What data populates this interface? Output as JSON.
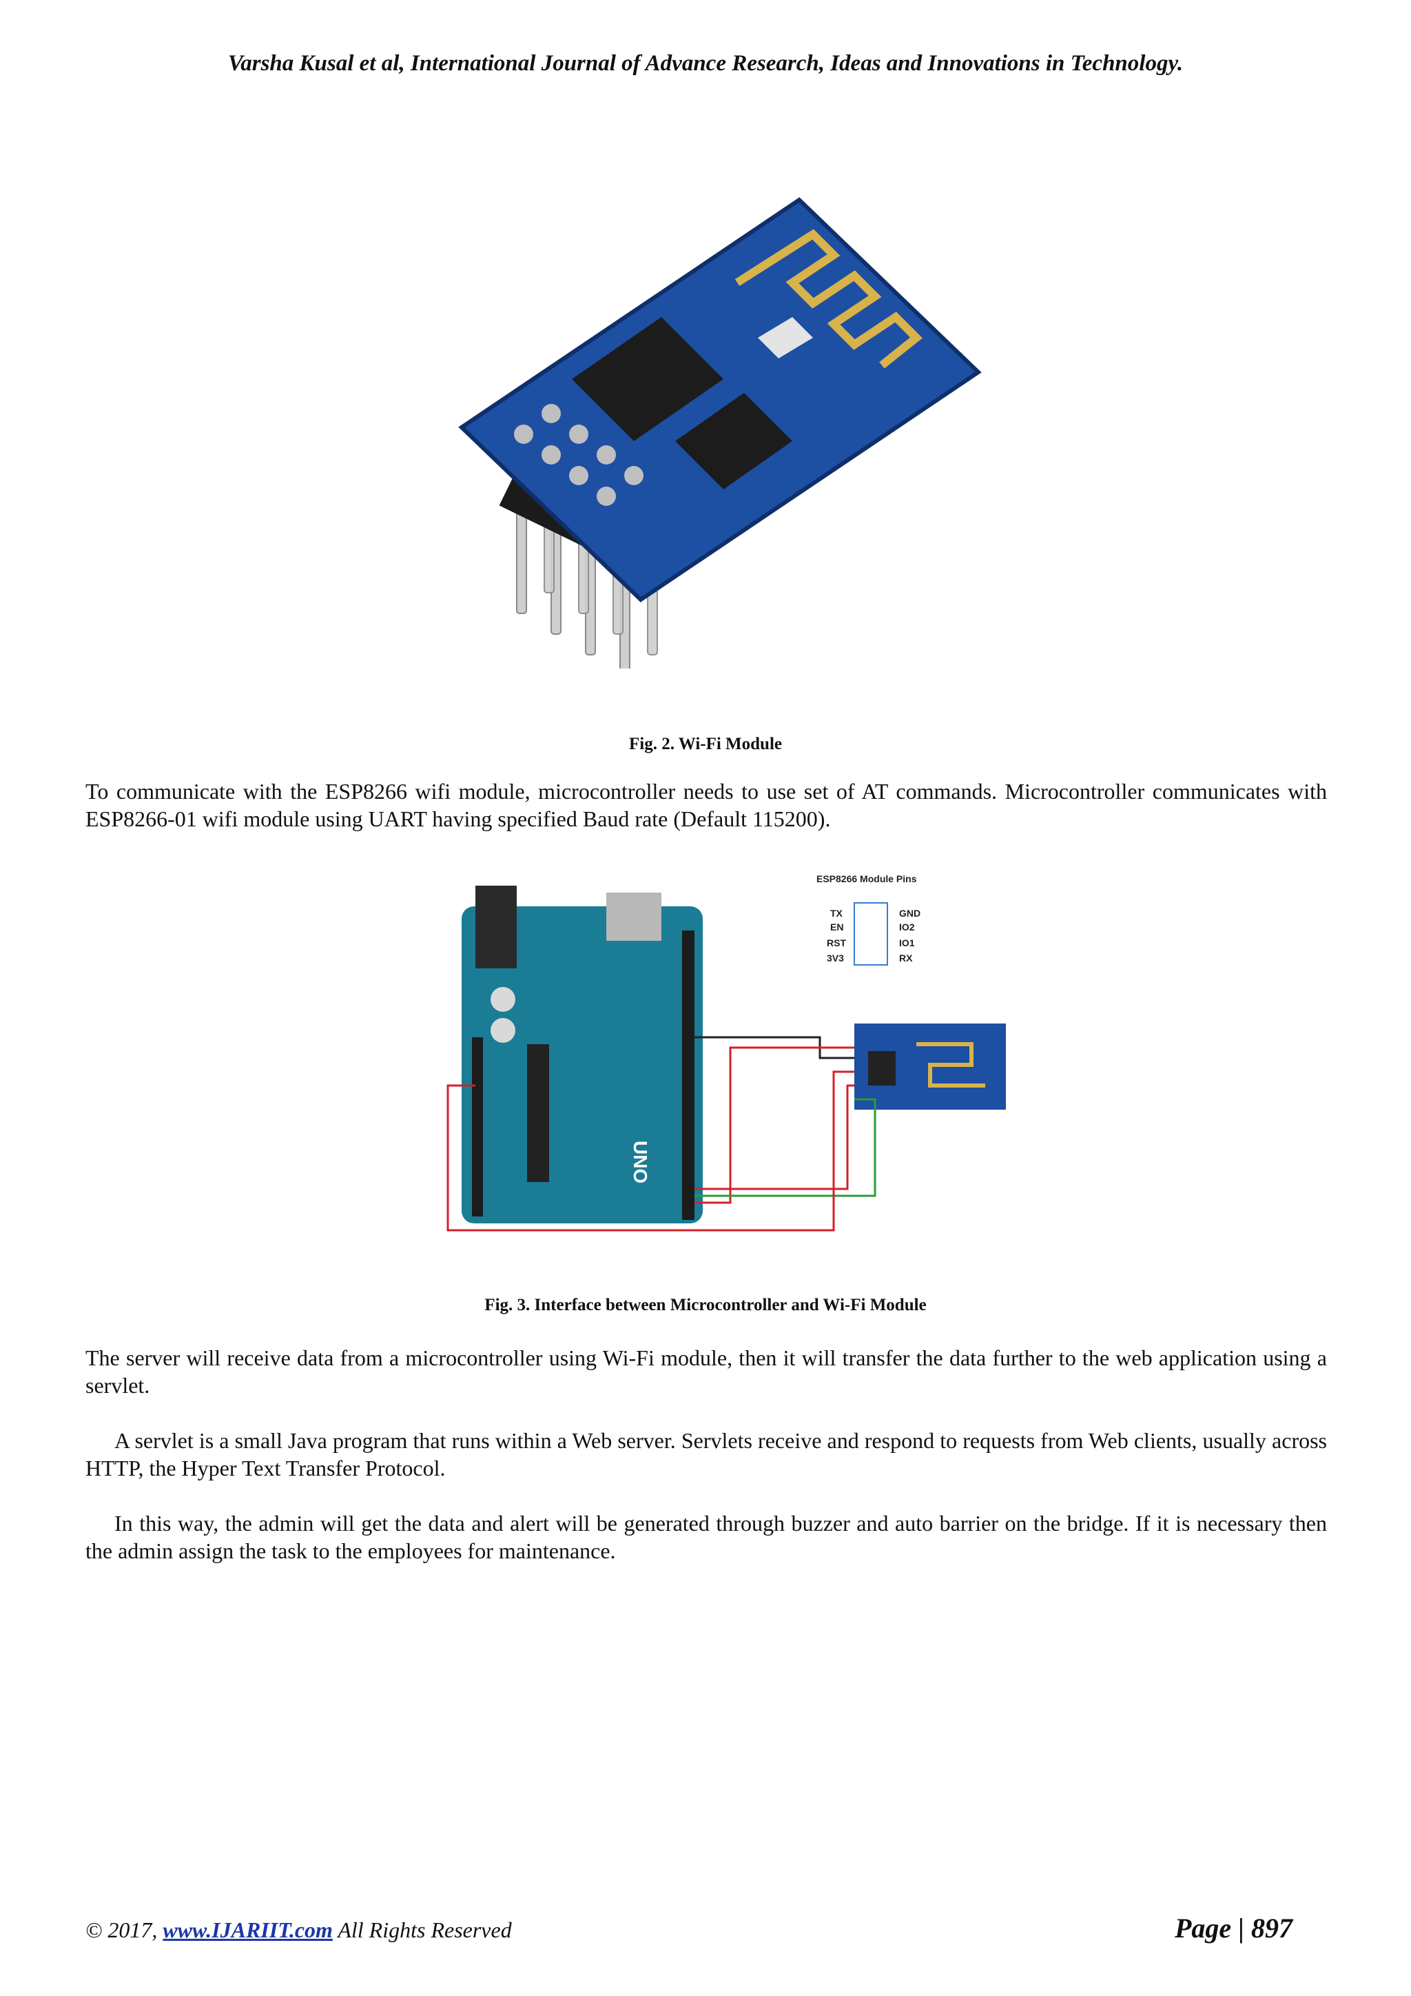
{
  "header": {
    "running_head": "Varsha Kusal et al, International Journal of Advance Research, Ideas and Innovations in Technology."
  },
  "figures": [
    {
      "caption": "Fig. 2.  Wi-Fi Module"
    },
    {
      "caption": "Fig. 3.  Interface between Microcontroller and Wi-Fi Module",
      "pins_title": "ESP8266 Module Pins",
      "pins_left": [
        "TX",
        "EN",
        "RST",
        "3V3"
      ],
      "pins_right": [
        "GND",
        "IO2",
        "IO1",
        "RX"
      ],
      "board_label": "UNO"
    }
  ],
  "paragraphs": [
    "To communicate with the ESP8266 wifi module, microcontroller needs to use set of AT commands. Microcontroller communicates with ESP8266-01 wifi module using UART having specified Baud rate (Default 115200).",
    "The server will receive data from a microcontroller using Wi-Fi module, then it will transfer the data further to the web application using a servlet.",
    "A servlet is a small Java program that runs within a Web server. Servlets receive and respond to requests from Web clients, usually across HTTP, the Hyper Text Transfer Protocol.",
    "In this way, the admin will get the data and alert will be generated through buzzer and auto barrier on the bridge. If it is necessary then the admin assign the task to the employees for maintenance."
  ],
  "footer": {
    "copyright_prefix": "© 2017, ",
    "link_text": "www.IJARIIT.com",
    "copyright_suffix": " All Rights Reserved",
    "page_label": "Page | 897"
  },
  "colors": {
    "pcb_blue": "#1d4fa3",
    "arduino_teal": "#1a7c95",
    "antenna_gold": "#d8b24a",
    "wire_red": "#d4202a",
    "wire_green": "#2a9c3c",
    "wire_black": "#222222"
  }
}
